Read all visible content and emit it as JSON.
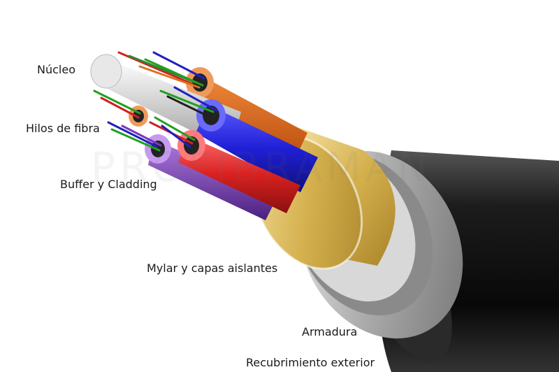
{
  "labels": {
    "nucleo": "Núcleo",
    "hilos": "Hilos de fibra",
    "buffer": "Buffer y Cladding",
    "mylar": "Mylar y capas aislantes",
    "armadura": "Armadura",
    "recubrimiento": "Recubrimiento exterior"
  },
  "watermark": "PROFIBRAMAN",
  "colors": {
    "jacket": "#111111",
    "armor": "#b8b8b8",
    "mylar": "#d4b24a",
    "tube_orange": "#e06a1a",
    "tube_blue": "#2020d8",
    "tube_red": "#dd2a2a",
    "tube_purple": "#7a3ab8",
    "core": "#e6e6e6"
  }
}
